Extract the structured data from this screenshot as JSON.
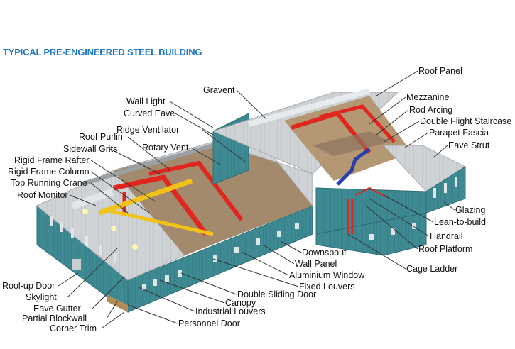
{
  "title": "TYPICAL PRE-ENGINEERED STEEL BUILDING",
  "colors": {
    "title": "#1f78c1",
    "wall": "#3d8a93",
    "roof": "#d6d9dc",
    "frame": "#e0261f",
    "crane": "#f3c219",
    "stair": "#2a3fa8"
  },
  "labels": {
    "roof_panel": "Roof Panel",
    "gravent": "Gravent",
    "wall_light": "Wall Light",
    "curved_eave": "Curved Eave",
    "ridge_ventilator": "Ridge Ventilator",
    "roof_purlin": "Roof Purlin",
    "sidewall_grits": "Sidewall Grits",
    "rotary_vent": "Rotary Vent",
    "rigid_frame_rafter": "Rigid Frame Rafter",
    "rigid_frame_column": "Rigid Frame Column",
    "top_running_crane": "Top Running Crane",
    "roof_monitor": "Roof Monitor",
    "mezzanine": "Mezzanine",
    "rod_arcing": "Rod Arcing",
    "double_flight_staircase": "Double Flight Staircase",
    "parapet_fascia": "Parapet Fascia",
    "eave_strut": "Eave Strut",
    "glazing": "Glazing",
    "lean_to_build": "Lean-to-build",
    "handrail": "Handrail",
    "roof_platform": "Roof Platform",
    "cage_ladder": "Cage Ladder",
    "downspout": "Downspout",
    "wall_panel": "Wall Panel",
    "aluminium_window": "Aluminium Window",
    "fixed_louvers": "Fixed Louvers",
    "double_sliding_door": "Double Sliding Door",
    "canopy": "Canopy",
    "industrial_louvers": "Industrial Louvers",
    "personnel_door": "Personnel Door",
    "roll_up_door": "Rool-up Door",
    "skylight": "Skylight",
    "eave_gutter": "Eave Gutter",
    "partial_blockwall": "Partial Blockwall",
    "corner_trim": "Corner Trim"
  }
}
